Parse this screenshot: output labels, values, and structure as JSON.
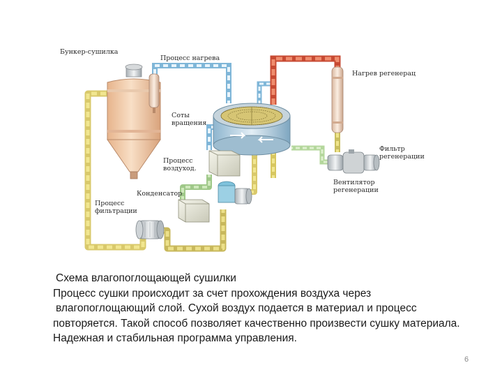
{
  "labels": {
    "hopper": "Бункер-сушилка",
    "heating_process": "Процесс нагрева",
    "regen_heating": "Нагрев регенерац",
    "honeycomb_rotation_l1": "Соты",
    "honeycomb_rotation_l2": "вращения",
    "air_process_l1": "Процесс",
    "air_process_l2": "воздуход.",
    "regen_filter_l1": "Фильтр",
    "regen_filter_l2": "регенерации",
    "condenser": "Конденсатор",
    "filtration_l1": "Процесс",
    "filtration_l2": "фильтрации",
    "regen_fan_l1": "Вентилятор",
    "regen_fan_l2": "регенерации"
  },
  "caption": {
    "title": "Схема влагопоглощающей сушилки",
    "line1": "Процесс сушки происходит за счет прохождения воздуха через",
    "line2": "влагопоглощающий слой. Сухой воздух подается в материал и процесс",
    "line3": "повторяется. Такой способ позволяет качественно произвести сушку материала.",
    "line4": "Надежная и стабильная программа управления."
  },
  "slide_number": "6",
  "colors": {
    "process_air_pipe": "#e9dc6e",
    "return_air_pipe": "#b8d9a0",
    "hot_regen_pipe": "#d5553a",
    "cold_air_pipe": "#8cc6e6",
    "hopper_body": "#f0c9a6",
    "equipment_gray": "#d9d9d9"
  }
}
